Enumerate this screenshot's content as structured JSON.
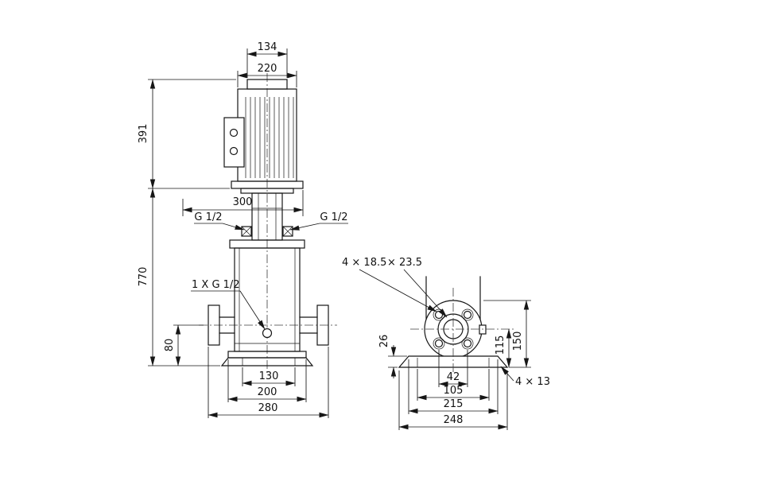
{
  "drawing": {
    "front_view": {
      "dim_fan_cover_width": "134",
      "dim_motor_width": "220",
      "dim_motor_height": "391",
      "dim_service_clearance": "300",
      "label_port_left": "G 1/2",
      "label_port_right": "G 1/2",
      "dim_overall_height": "770",
      "label_drain_port": "1 X G 1/2",
      "dim_port_centerline_height": "80",
      "dim_base_slot_span": "130",
      "dim_base_top_width": "200",
      "dim_overall_width": "280"
    },
    "side_view": {
      "label_flange_holes": "4 × 18.5",
      "label_flange_counterbore": "× 23.5",
      "dim_base_plate_thickness": "26",
      "dim_port_centerline_height": "115",
      "dim_flange_top_height": "150",
      "dim_flange_bolt_spacing": "42",
      "dim_base_slot_spacing": "105",
      "dim_base_top_width": "215",
      "dim_base_overall_width": "248",
      "label_base_holes": "4 × 13"
    },
    "colors": {
      "line": "#161616",
      "background": "#ffffff"
    }
  }
}
